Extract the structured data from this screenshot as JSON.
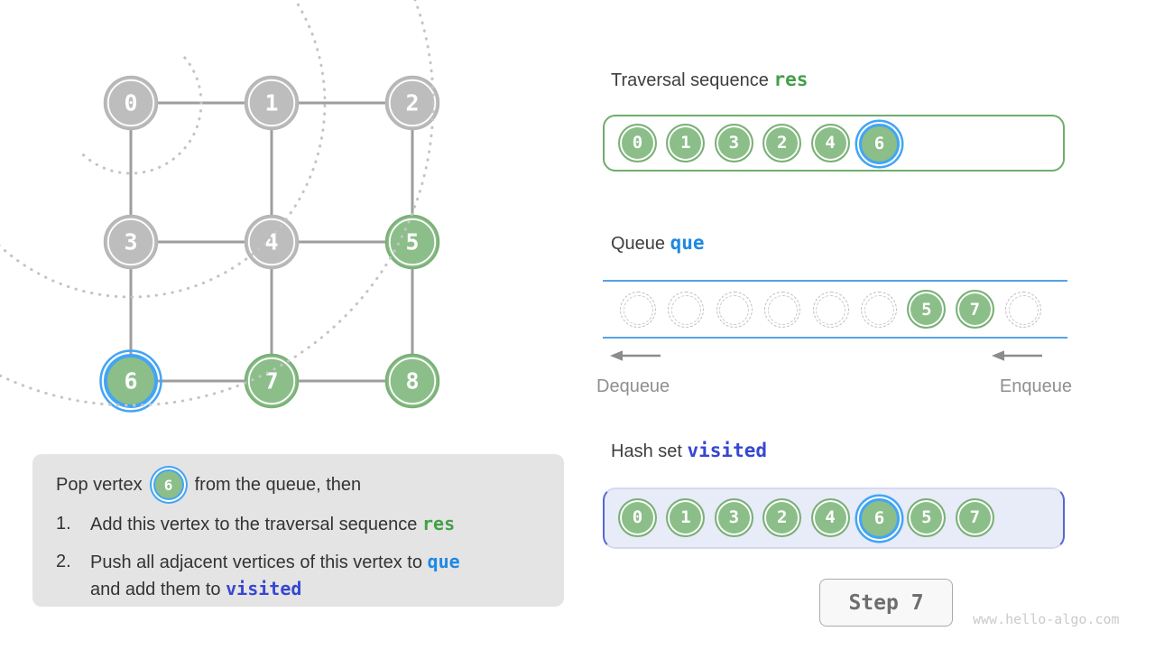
{
  "graph": {
    "vertices": [
      {
        "label": "0",
        "row": 0,
        "col": 0,
        "state": "gray"
      },
      {
        "label": "1",
        "row": 0,
        "col": 1,
        "state": "gray"
      },
      {
        "label": "2",
        "row": 0,
        "col": 2,
        "state": "gray"
      },
      {
        "label": "3",
        "row": 1,
        "col": 0,
        "state": "gray"
      },
      {
        "label": "4",
        "row": 1,
        "col": 1,
        "state": "gray"
      },
      {
        "label": "5",
        "row": 1,
        "col": 2,
        "state": "green"
      },
      {
        "label": "6",
        "row": 2,
        "col": 0,
        "state": "highlight"
      },
      {
        "label": "7",
        "row": 2,
        "col": 1,
        "state": "green"
      },
      {
        "label": "8",
        "row": 2,
        "col": 2,
        "state": "green"
      }
    ],
    "edges": [
      [
        0,
        1
      ],
      [
        1,
        2
      ],
      [
        3,
        4
      ],
      [
        4,
        5
      ],
      [
        6,
        7
      ],
      [
        7,
        8
      ],
      [
        0,
        3
      ],
      [
        3,
        6
      ],
      [
        1,
        4
      ],
      [
        4,
        7
      ],
      [
        2,
        5
      ],
      [
        5,
        8
      ]
    ],
    "level_arc_radii": [
      78,
      215,
      335
    ]
  },
  "res_panel": {
    "title": "Traversal sequence",
    "code": "res",
    "values": [
      "0",
      "1",
      "3",
      "2",
      "4",
      "6"
    ],
    "highlight_index": 5
  },
  "queue_panel": {
    "title": "Queue",
    "code": "que",
    "slots": 9,
    "filled": [
      {
        "index": 6,
        "label": "5"
      },
      {
        "index": 7,
        "label": "7"
      }
    ],
    "dequeue_label": "Dequeue",
    "enqueue_label": "Enqueue"
  },
  "visited_panel": {
    "title": "Hash set",
    "code": "visited",
    "values": [
      "0",
      "1",
      "3",
      "2",
      "4",
      "6",
      "5",
      "7"
    ],
    "highlight_index": 5
  },
  "explanation": {
    "intro_before": "Pop vertex",
    "intro_vertex": "6",
    "intro_after": "from the queue, then",
    "steps": [
      {
        "num": "1.",
        "line1_text": "Add this vertex to the traversal sequence",
        "line1_code": "res"
      },
      {
        "num": "2.",
        "line1_text": "Push all adjacent vertices of this vertex to",
        "line1_code": "que",
        "line2_text": "and add them to",
        "line2_code": "visited"
      }
    ]
  },
  "step_button": {
    "label": "Step 7"
  },
  "watermark": "www.hello-algo.com",
  "colors": {
    "green_fill": "#8CBE8A",
    "green_ring": "#79B176",
    "gray_fill": "#BDBDBD",
    "gray_ring": "#B6B6B6",
    "highlight_blue": "#42A5F5",
    "edge_gray": "#9E9E9E",
    "arc_gray": "#C4C4C4",
    "res_green": "#43A047",
    "que_blue": "#1E88E5",
    "visited_indigo": "#3647D2",
    "queue_line_blue": "#55A3E8"
  }
}
